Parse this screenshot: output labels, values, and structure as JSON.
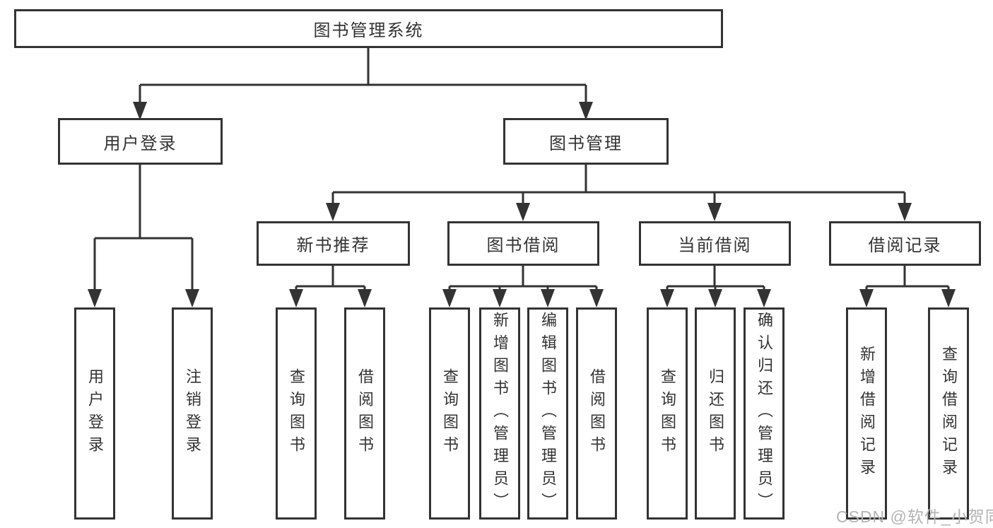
{
  "diagram": {
    "root": {
      "label": "图书管理系统",
      "children": [
        {
          "label": "用户登录",
          "children": [
            {
              "label": "用户登录"
            },
            {
              "label": "注销登录"
            }
          ]
        },
        {
          "label": "图书管理",
          "children": [
            {
              "label": "新书推荐",
              "children": [
                {
                  "label": "查询图书"
                },
                {
                  "label": "借阅图书"
                }
              ]
            },
            {
              "label": "图书借阅",
              "children": [
                {
                  "label": "查询图书"
                },
                {
                  "label": "新增图书（管理员）"
                },
                {
                  "label": "编辑图书（管理员）"
                },
                {
                  "label": "借阅图书"
                }
              ]
            },
            {
              "label": "当前借阅",
              "children": [
                {
                  "label": "查询图书"
                },
                {
                  "label": "归还图书"
                },
                {
                  "label": "确认归还（管理员）"
                }
              ]
            },
            {
              "label": "借阅记录",
              "children": [
                {
                  "label": "新增借阅记录"
                },
                {
                  "label": "查询借阅记录"
                }
              ]
            }
          ]
        }
      ]
    },
    "watermark": {
      "text": "CSDN @软件_小贺同学"
    },
    "colors": {
      "line": "#333333",
      "box_border": "#333333",
      "box_bg": "#ffffff",
      "text": "#333333",
      "watermark": "#b4b4b4"
    }
  }
}
